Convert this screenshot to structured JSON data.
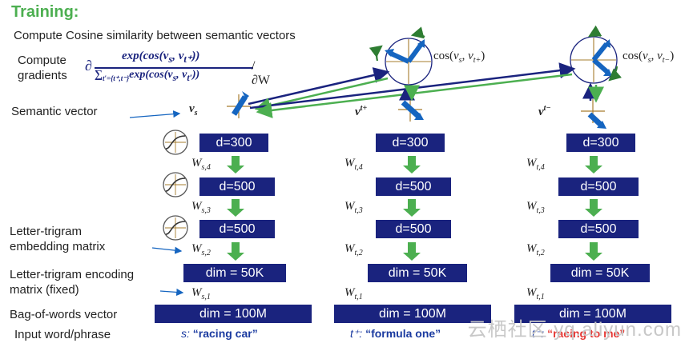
{
  "title": "Training:",
  "subtitle": "Compute Cosine similarity between semantic vectors",
  "labels": {
    "compute_gradients_1": "Compute",
    "compute_gradients_2": "gradients",
    "semantic_vector": "Semantic vector",
    "letter_trigram_embedding_1": "Letter-trigram",
    "letter_trigram_embedding_2": "embedding matrix",
    "letter_trigram_encoding_1": "Letter-trigram encoding",
    "letter_trigram_encoding_2": "matrix (fixed)",
    "bag_of_words": "Bag-of-words vector",
    "input_word_phrase": "Input word/phrase"
  },
  "formula": {
    "partial": "∂",
    "numerator": "exp(cos(v",
    "numerator_sub1": "s",
    "numerator_mid": ", v",
    "numerator_sub2": "t⁺",
    "numerator_end": "))",
    "denominator_sum": "∑",
    "denominator_sub": "t′={t⁺,t⁻}",
    "denominator_body": "exp(cos(v",
    "denominator_sub1": "s",
    "denominator_mid": ", v",
    "denominator_sub2": "t′",
    "denominator_end": "))",
    "tail": "/∂W"
  },
  "cos_labels": {
    "pos": {
      "pre": "cos(",
      "v1": "v",
      "s1": "s",
      "mid": ", ",
      "v2": "v",
      "s2": "t+",
      "end": ")"
    },
    "neg": {
      "pre": "cos(",
      "v1": "v",
      "s1": "s",
      "mid": ", ",
      "v2": "v",
      "s2": "t−",
      "end": ")"
    }
  },
  "vectors": {
    "vs": {
      "v": "v",
      "sub": "s"
    },
    "vtp": {
      "v": "v",
      "sup": "t+"
    },
    "vtn": {
      "v": "v",
      "sup": "t−"
    }
  },
  "columns": {
    "source": {
      "boxes": [
        "d=300",
        "d=500",
        "d=500",
        "dim = 50K",
        "dim = 100M"
      ],
      "weights": [
        {
          "w": "W",
          "sub": "s,4"
        },
        {
          "w": "W",
          "sub": "s,3"
        },
        {
          "w": "W",
          "sub": "s,2"
        },
        {
          "w": "W",
          "sub": "s,1"
        }
      ],
      "phrase_pre": "s:",
      "phrase": "“racing  car”",
      "phrase_color": "#1a3aa0"
    },
    "positive": {
      "boxes": [
        "d=300",
        "d=500",
        "d=500",
        "dim = 50K",
        "dim = 100M"
      ],
      "weights": [
        {
          "w": "W",
          "sub": "t,4"
        },
        {
          "w": "W",
          "sub": "t,3"
        },
        {
          "w": "W",
          "sub": "t,2"
        },
        {
          "w": "W",
          "sub": "t,1"
        }
      ],
      "phrase_pre": "t⁺:",
      "phrase": "“formula one”",
      "phrase_color": "#1a3aa0"
    },
    "negative": {
      "boxes": [
        "d=300",
        "d=500",
        "d=500",
        "dim = 50K",
        "dim = 100M"
      ],
      "weights": [
        {
          "w": "W",
          "sub": "t,4"
        },
        {
          "w": "W",
          "sub": "t,3"
        },
        {
          "w": "W",
          "sub": "t,2"
        },
        {
          "w": "W",
          "sub": "t,1"
        }
      ],
      "phrase_pre": "t⁻:",
      "phrase": "“racing to me”",
      "phrase_color": "#e53935"
    }
  },
  "watermark": "云栖社区 yq.aliyun.com",
  "colors": {
    "title": "#4caf50",
    "box": "#1a237e",
    "arrow_green": "#4caf50",
    "arrow_blue": "#1a237e",
    "vector_blue": "#1565c0",
    "negative_phrase": "#e53935"
  },
  "icons": [
    "tanh-activation-icon",
    "cosine-circle-icon",
    "semantic-vector-icon",
    "down-arrow-icon"
  ]
}
